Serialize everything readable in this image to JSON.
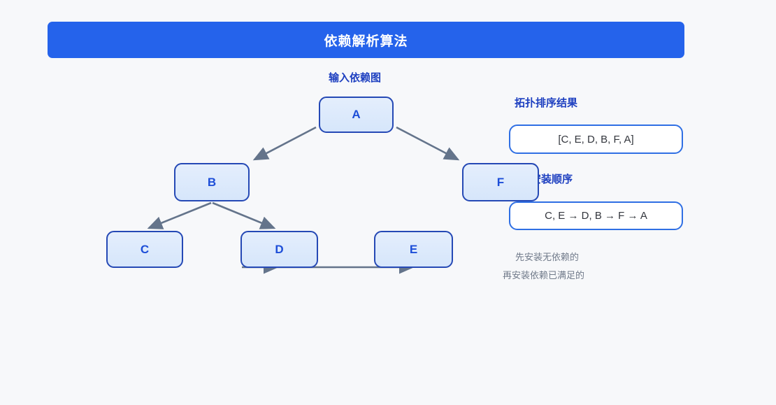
{
  "header": {
    "title": "依赖解析算法",
    "bar_color": "#2563eb",
    "text_color": "#ffffff"
  },
  "graph": {
    "heading": "输入依赖图",
    "heading_color": "#1d3fc0",
    "node_fill": "#dce8fb",
    "node_border": "#2549b5",
    "node_text_color": "#1d4ed8",
    "edge_color": "#64748b",
    "nodes": [
      {
        "id": "a",
        "label": "A"
      },
      {
        "id": "b",
        "label": "B"
      },
      {
        "id": "f",
        "label": "F"
      },
      {
        "id": "c",
        "label": "C"
      },
      {
        "id": "d",
        "label": "D"
      },
      {
        "id": "e",
        "label": "E"
      }
    ],
    "edges": [
      {
        "from": "A",
        "to": "B"
      },
      {
        "from": "A",
        "to": "F"
      },
      {
        "from": "B",
        "to": "C"
      },
      {
        "from": "B",
        "to": "D"
      },
      {
        "from": "D",
        "to": "E"
      }
    ]
  },
  "results": {
    "topological": {
      "heading": "拓扑排序结果",
      "value": "[C, E, D, B, F, A]"
    },
    "install": {
      "heading": "安装顺序",
      "value": "C, E → D, B → F → A"
    },
    "notes": [
      "先安装无依赖的",
      "再安装依赖已满足的"
    ],
    "box_border_color": "#2f6fe4",
    "note_color": "#707a8a"
  }
}
